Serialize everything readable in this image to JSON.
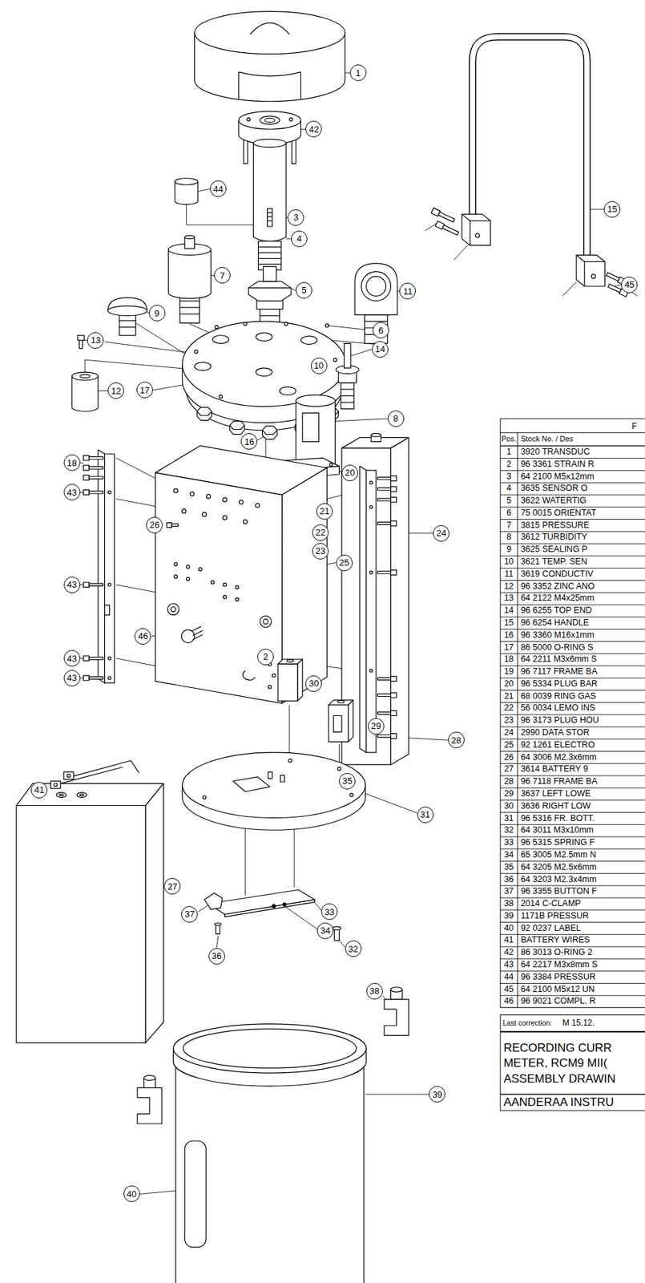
{
  "diagram": {
    "nodes": [
      {
        "text": [
          "1"
        ]
      },
      {
        "text": [
          "15"
        ]
      },
      {
        "text": [
          "42"
        ]
      },
      {
        "text": [
          "44"
        ]
      },
      {
        "text": [
          "3"
        ]
      },
      {
        "text": [
          "4"
        ]
      },
      {
        "text": [
          "7"
        ]
      },
      {
        "text": [
          "45"
        ]
      },
      {
        "text": [
          "5"
        ]
      },
      {
        "text": [
          "11"
        ]
      },
      {
        "text": [
          "9"
        ]
      },
      {
        "text": [
          "6"
        ]
      },
      {
        "text": [
          "13"
        ]
      },
      {
        "text": [
          "14"
        ]
      },
      {
        "text": [
          "10"
        ]
      },
      {
        "text": [
          "12"
        ]
      },
      {
        "text": [
          "17"
        ]
      },
      {
        "text": [
          "8"
        ]
      },
      {
        "text": [
          "16"
        ]
      },
      {
        "text": [
          "18"
        ]
      },
      {
        "text": [
          "20"
        ]
      },
      {
        "text": [
          "43"
        ]
      },
      {
        "text": [
          "21"
        ]
      },
      {
        "text": [
          "26"
        ]
      },
      {
        "text": [
          "22"
        ]
      },
      {
        "text": [
          "24"
        ]
      },
      {
        "text": [
          "23"
        ]
      },
      {
        "text": [
          "25"
        ]
      },
      {
        "text": [
          "43"
        ]
      },
      {
        "text": [
          "46"
        ]
      },
      {
        "text": [
          "2"
        ]
      },
      {
        "text": [
          "43"
        ]
      },
      {
        "text": [
          "43"
        ]
      },
      {
        "text": [
          "30"
        ]
      },
      {
        "text": [
          "29"
        ]
      },
      {
        "text": [
          "28"
        ]
      },
      {
        "text": [
          "35"
        ]
      },
      {
        "text": [
          "41"
        ]
      },
      {
        "text": [
          "31"
        ]
      },
      {
        "text": [
          "27"
        ]
      },
      {
        "text": [
          "33"
        ]
      },
      {
        "text": [
          "37"
        ]
      },
      {
        "text": [
          "34"
        ]
      },
      {
        "text": [
          "32"
        ]
      },
      {
        "text": [
          "36"
        ]
      },
      {
        "text": [
          "38"
        ]
      },
      {
        "text": [
          "39"
        ]
      },
      {
        "text": [
          "40"
        ]
      }
    ],
    "labels": [
      "F",
      "Pos.",
      "Stock No. / Des",
      "1",
      "3920 TRANSDUC",
      "2",
      "96 3361 STRAIN R",
      "3",
      "64 2100 M5x12mm",
      "4",
      "3635 SENSOR O",
      "5",
      "3622 WATERTIG",
      "6",
      "75 0015 ORIENTAT",
      "7",
      "3815 PRESSURE",
      "8",
      "3612 TURBIDITY",
      "9",
      "3625 SEALING P",
      "10",
      "3621 TEMP. SEN",
      "11",
      "3619 CONDUCTIV",
      "12",
      "96 3352 ZINC ANO",
      "13",
      "64 2122 M4x25mm",
      "14",
      "96 6255 TOP END",
      "15",
      "96 6254 HANDLE",
      "16",
      "96 3360 M16x1mm",
      "17",
      "86 5000 O-RING S",
      "18",
      "64 2211 M3x6mm S",
      "19",
      "96 7117 FRAME BA",
      "20",
      "96 5334 PLUG BAR",
      "21",
      "68 0039 RING GAS",
      "22",
      "56 0034 LEMO INS",
      "23",
      "96 3173 PLUG HOU",
      "24",
      "2990 DATA STOR",
      "25",
      "92 1261 ELECTRO",
      "26",
      "64 3006 M2.3x6mm",
      "27",
      "3614 BATTERY 9",
      "28",
      "96 7118 FRAME BA",
      "29",
      "3637 LEFT LOWE",
      "30",
      "3636 RIGHT LOW",
      "31",
      "96 5316 FR. BOTT.",
      "32",
      "64 3011 M3x10mm",
      "33",
      "96 5315 SPRING F",
      "34",
      "65 3005 M2.5mm N",
      "35",
      "64 3205 M2.5x6mm",
      "36",
      "64 3203 M2.3x4mm",
      "37",
      "96 3355 BUTTON F",
      "38",
      "2014 C-CLAMP",
      "39",
      "1171B PRESSUR",
      "40",
      "92 0237 LABEL",
      "41",
      "BATTERY WIRES",
      "42",
      "86 3013 O-RING 2",
      "43",
      "64 2217 M3x8mm S",
      "44",
      "96 3384 PRESSUR",
      "45",
      "64 2100 M5x12 UN",
      "46",
      "96 9021 COMPL. R",
      "Last correction:",
      "M 15.12.",
      "RECORDING CURR",
      "METER, RCM9 MII(",
      "ASSEMBLY DRAWIN",
      "AANDERAA INSTRU"
    ]
  }
}
